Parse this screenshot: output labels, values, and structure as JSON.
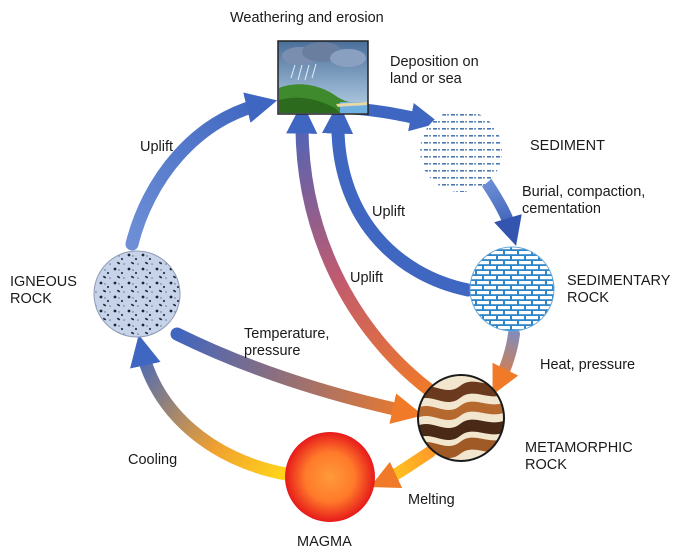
{
  "diagram": {
    "labels": {
      "weathering": "Weathering and erosion",
      "deposition": "Deposition on\nland or sea",
      "sediment": "SEDIMENT",
      "burial": "Burial, compaction,\ncementation",
      "uplift_left": "Uplift",
      "uplift_mid": "Uplift",
      "uplift_center": "Uplift",
      "sedimentary_rock": "SEDIMENTARY\nROCK",
      "igneous_rock": "IGNEOUS\nROCK",
      "temperature": "Temperature,\npressure",
      "heat_pressure": "Heat, pressure",
      "metamorphic_rock": "METAMORPHIC\nROCK",
      "cooling": "Cooling",
      "melting": "Melting",
      "magma": "MAGMA"
    },
    "colors": {
      "arrow_blue": "#3f66c0",
      "arrow_orange": "#f07a28",
      "arrow_yellow": "#ffd21a",
      "magma_core": "#ff8a2a",
      "magma_edge": "#e61a1a",
      "sedimentary_bg": "#2e86c8"
    }
  }
}
